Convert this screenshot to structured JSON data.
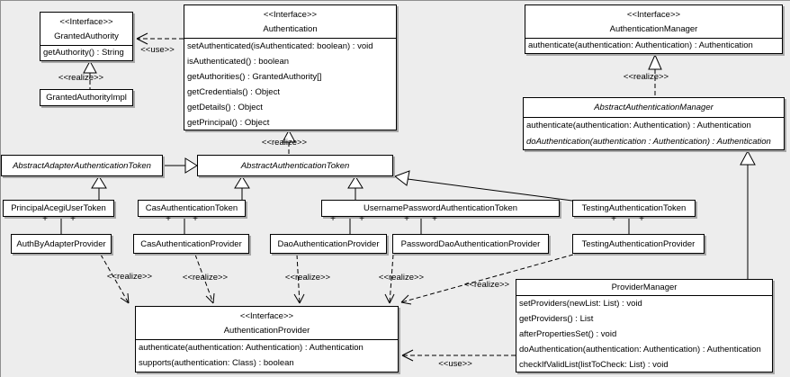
{
  "labels": {
    "use": "<<use>>",
    "realize": "<<realize>>",
    "plus": "+"
  },
  "colors": {
    "background": "#ededed",
    "box_fill": "#ffffff",
    "box_border": "#000000",
    "shadow": "#a8a8a8"
  },
  "classes": {
    "granted_authority": {
      "stereotype": "<<Interface>>",
      "name": "GrantedAuthority",
      "members": [
        "getAuthority() : String"
      ]
    },
    "granted_authority_impl": {
      "name": "GrantedAuthorityImpl"
    },
    "authentication": {
      "stereotype": "<<Interface>>",
      "name": "Authentication",
      "members": [
        "setAuthenticated(isAuthenticated: boolean) : void",
        "isAuthenticated() : boolean",
        "getAuthorities() : GrantedAuthority[]",
        "getCredentials() : Object",
        "getDetails() : Object",
        "getPrincipal() : Object"
      ]
    },
    "authentication_manager": {
      "stereotype": "<<Interface>>",
      "name": "AuthenticationManager",
      "members": [
        "authenticate(authentication: Authentication) : Authentication"
      ]
    },
    "abstract_authentication_manager": {
      "name": "AbstractAuthenticationManager",
      "members": [
        "authenticate(authentication: Authentication) : Authentication",
        "doAuthentication(authentication : Authentication) : Authentication"
      ]
    },
    "abstract_adapter_authentication_token": {
      "name": "AbstractAdapterAuthenticationToken"
    },
    "abstract_authentication_token": {
      "name": "AbstractAuthenticationToken"
    },
    "principal_acegi_user_token": {
      "name": "PrincipalAcegiUserToken"
    },
    "cas_authentication_token": {
      "name": "CasAuthenticationToken"
    },
    "username_password_authentication_token": {
      "name": "UsernamePasswordAuthenticationToken"
    },
    "testing_authentication_token": {
      "name": "TestingAuthenticationToken"
    },
    "auth_by_adapter_provider": {
      "name": "AuthByAdapterProvider"
    },
    "cas_authentication_provider": {
      "name": "CasAuthenticationProvider"
    },
    "dao_authentication_provider": {
      "name": "DaoAuthenticationProvider"
    },
    "password_dao_authentication_provider": {
      "name": "PasswordDaoAuthenticationProvider"
    },
    "testing_authentication_provider": {
      "name": "TestingAuthenticationProvider"
    },
    "provider_manager": {
      "name": "ProviderManager",
      "members": [
        "setProviders(newList: List) : void",
        "getProviders() : List",
        "afterPropertiesSet() : void",
        "doAuthentication(authentication: Authentication) : Authentication",
        "checkIfValidList(listToCheck: List) : void"
      ]
    },
    "authentication_provider": {
      "stereotype": "<<Interface>>",
      "name": "AuthenticationProvider",
      "members": [
        "authenticate(authentication: Authentication) : Authentication",
        "supports(authentication: Class) : boolean"
      ]
    }
  }
}
